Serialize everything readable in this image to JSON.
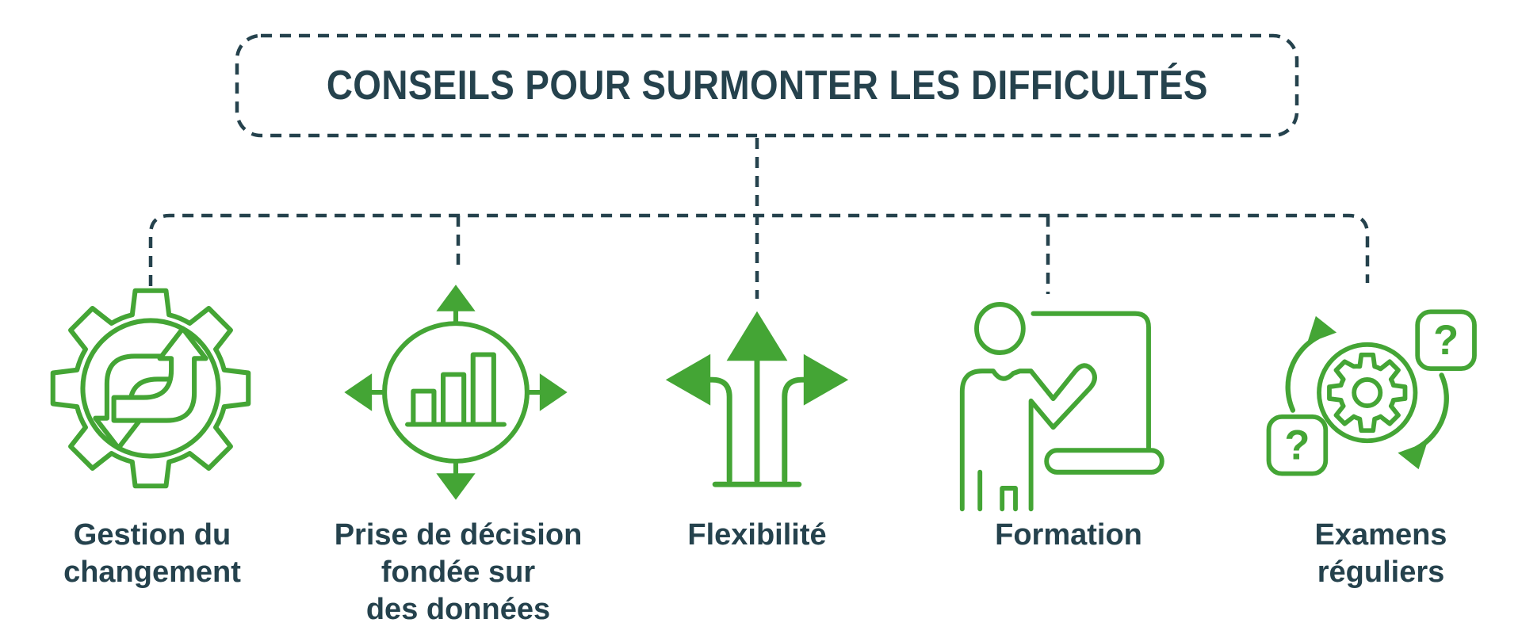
{
  "colors": {
    "accent_green": "#44a535",
    "ink": "#25424d",
    "background": "#ffffff"
  },
  "title": {
    "text": "CONSEILS POUR SURMONTER LES DIFFICULTÉS"
  },
  "items": [
    {
      "id": "change-management",
      "icon": "gear-swap-arrows-icon",
      "label_lines": [
        "Gestion du",
        "changement"
      ]
    },
    {
      "id": "data-driven-decision",
      "icon": "chart-compass-arrows-icon",
      "label_lines": [
        "Prise de décision",
        "fondée sur",
        "des données"
      ]
    },
    {
      "id": "flexibility",
      "icon": "three-way-arrows-icon",
      "label_lines": [
        "Flexibilité"
      ]
    },
    {
      "id": "training",
      "icon": "presenter-board-icon",
      "label_lines": [
        "Formation"
      ]
    },
    {
      "id": "regular-reviews",
      "icon": "gear-cycle-questions-icon",
      "label_lines": [
        "Examens",
        "réguliers"
      ],
      "question_mark": "?"
    }
  ]
}
